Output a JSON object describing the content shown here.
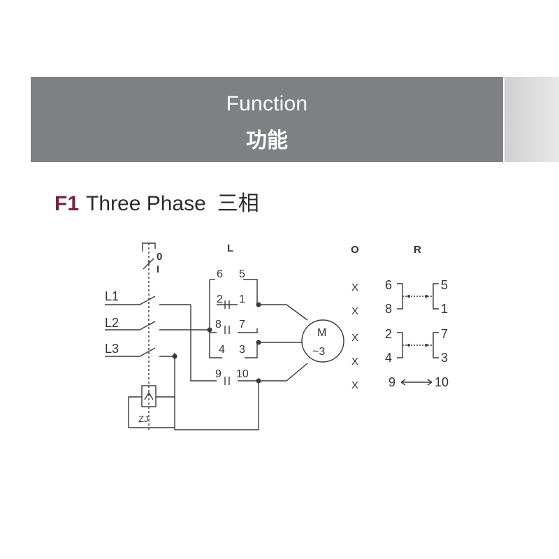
{
  "header": {
    "title": "Function",
    "subtitle": "功能"
  },
  "section": {
    "code": "F1",
    "title": "Three Phase",
    "title_cn": "三相"
  },
  "diagram": {
    "switch_positions": [
      "0",
      "I"
    ],
    "column_labels": {
      "left": "L",
      "off": "O",
      "run": "R"
    },
    "phase_labels": [
      "L1",
      "L2",
      "L3"
    ],
    "motor": {
      "line1": "M",
      "line2": "~3"
    },
    "contact_pairs": [
      {
        "left": "6",
        "right": "5"
      },
      {
        "left": "2",
        "right": "1"
      },
      {
        "left": "8",
        "right": "7"
      },
      {
        "left": "4",
        "right": "3"
      },
      {
        "left": "9",
        "right": "10"
      }
    ],
    "relay_label": "ZJ",
    "off_marks": [
      "X",
      "X",
      "X",
      "X",
      "X"
    ],
    "run_table": {
      "group1": {
        "top_left": "6",
        "bottom_left": "8",
        "top_right": "5",
        "bottom_right": "1"
      },
      "group2": {
        "top_left": "2",
        "bottom_left": "4",
        "top_right": "7",
        "bottom_right": "3"
      },
      "bottom": {
        "left": "9",
        "right": "10"
      }
    },
    "line_color": "#3a3a3a"
  }
}
